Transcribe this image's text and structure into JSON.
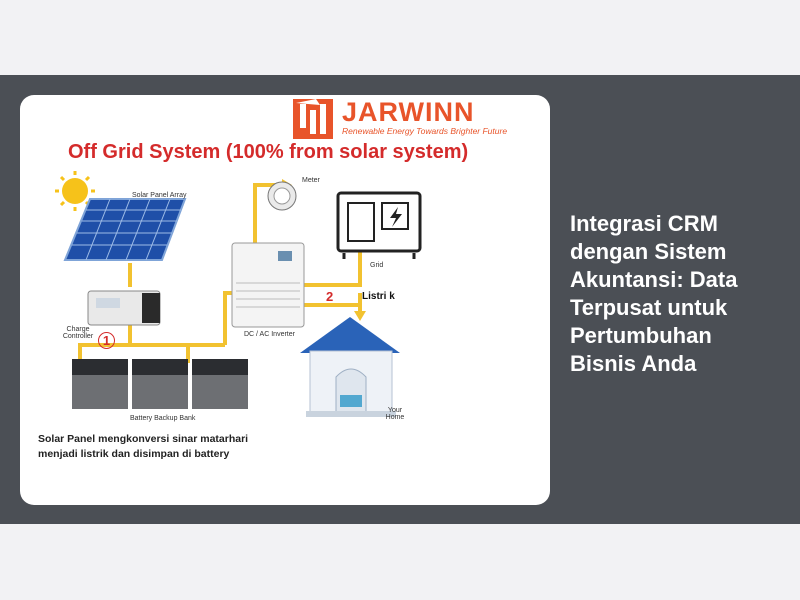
{
  "article": {
    "title": "Integrasi CRM dengan Sistem Akuntansi: Data Terpusat untuk Pertumbuhan Bisnis Anda"
  },
  "diagram": {
    "brand_name": "JARWINN",
    "brand_tagline": "Renewable Energy Towards Brighter Future",
    "headline": "Off Grid System (100% from solar system)",
    "labels": {
      "solar_panel": "Solar Panel Array",
      "charge_controller": "Charge Controller",
      "battery": "Battery Backup Bank",
      "inverter": "DC / AC Inverter",
      "meter": "Meter",
      "grid": "Grid",
      "listrik": "Listri k",
      "home": "Your Home"
    },
    "step_1": "1",
    "step_2": "2",
    "caption": "Solar Panel mengkonversi sinar matarhari menjadi listrik dan disimpan di battery"
  },
  "colors": {
    "page_bg": "#f2f2f4",
    "band_bg": "#4b4f55",
    "brand": "#e8542a",
    "headline": "#d42b2b",
    "connector": "#f2c230"
  }
}
